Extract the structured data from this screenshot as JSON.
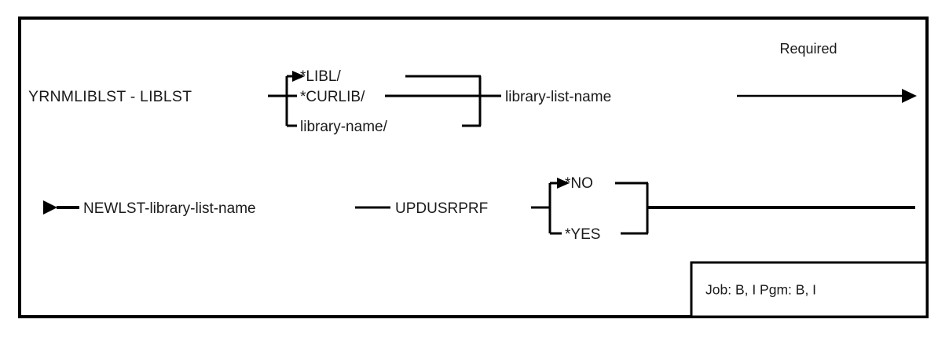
{
  "diagram": {
    "title": "YRNMLIBLST syntax diagram",
    "type": "railroad-syntax-diagram",
    "colors": {
      "line": "#000000",
      "text": "#1a1a1a",
      "background": "#ffffff"
    },
    "note": {
      "required_label": "Required"
    },
    "rows": [
      {
        "id": "row-1",
        "command": "YRNMLIBLST - LIBLST",
        "choice_group": {
          "id": "library-qualifier-group",
          "default_option": "*LIBL/",
          "options": [
            "*LIBL/",
            "*CURLIB/",
            "library-name/"
          ]
        },
        "parameter": "library-list-name"
      },
      {
        "id": "row-2",
        "continuation_marker": "▶",
        "keyword_parameter": "NEWLST-library-list-name",
        "keyword": "UPDUSRPRF",
        "choice_group": {
          "id": "updusrprf-group",
          "default_option": "*NO",
          "options": [
            "*NO",
            "*YES"
          ]
        }
      }
    ],
    "footer": {
      "job_label": "Job: B, I",
      "pgm_label": "Pgm: B, I",
      "combined": "Job: B, I   Pgm: B, I"
    }
  }
}
